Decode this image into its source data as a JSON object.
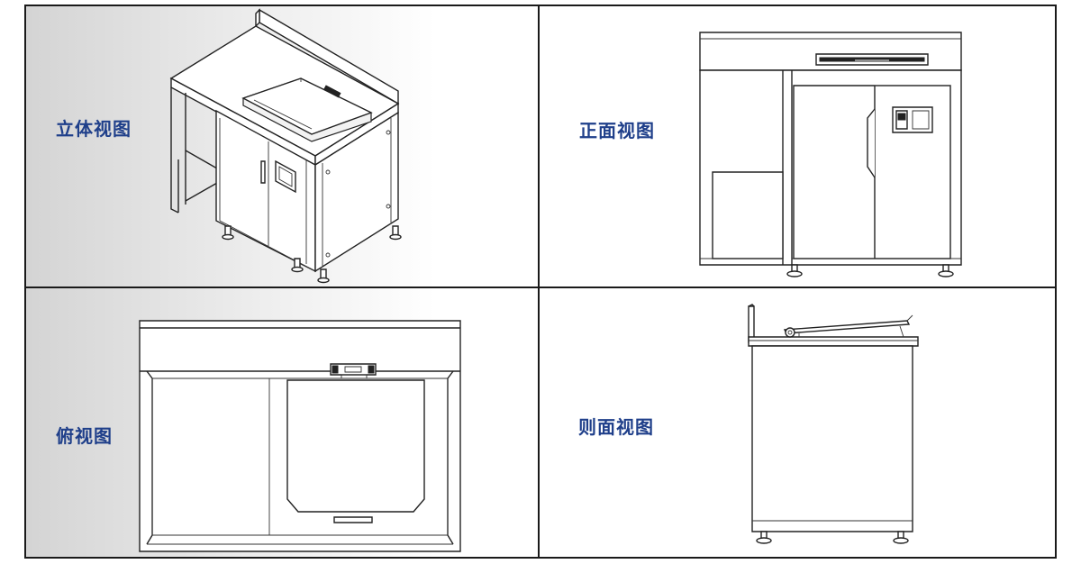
{
  "views": {
    "isometric": {
      "label": "立体视图"
    },
    "front": {
      "label": "正面视图"
    },
    "top": {
      "label": "俯视图"
    },
    "side": {
      "label": "则面视图"
    }
  },
  "colors": {
    "label": "#1f3f8a",
    "line": "#222222",
    "border": "#1a1a1a"
  }
}
